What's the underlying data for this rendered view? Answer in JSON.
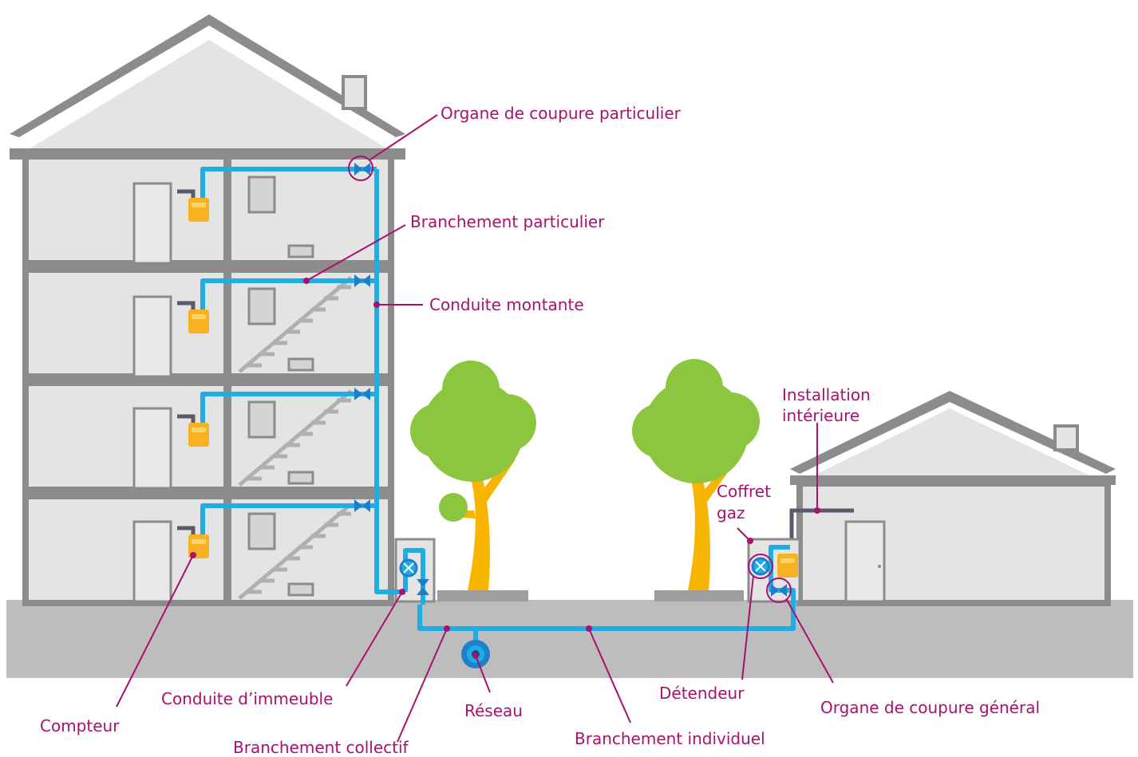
{
  "labels": {
    "organe_particulier": "Organe de coupure particulier",
    "branchement_particulier": "Branchement particulier",
    "conduite_montante": "Conduite montante",
    "installation_interieure_1": "Installation",
    "installation_interieure_2": "intérieure",
    "coffret_gaz_1": "Coffret",
    "coffret_gaz_2": "gaz",
    "compteur": "Compteur",
    "conduite_immeuble": "Conduite d’immeuble",
    "branchement_collectif": "Branchement collectif",
    "reseau": "Réseau",
    "branchement_individuel": "Branchement individuel",
    "detendeur": "Détendeur",
    "organe_general": "Organe de coupure général"
  },
  "colors": {
    "label": "#a8116e",
    "pipe": "#1eaee5",
    "wall": "#8c8c8c",
    "meter": "#f7b221",
    "tree_foliage": "#8cc63f",
    "tree_trunk": "#f7b500"
  }
}
